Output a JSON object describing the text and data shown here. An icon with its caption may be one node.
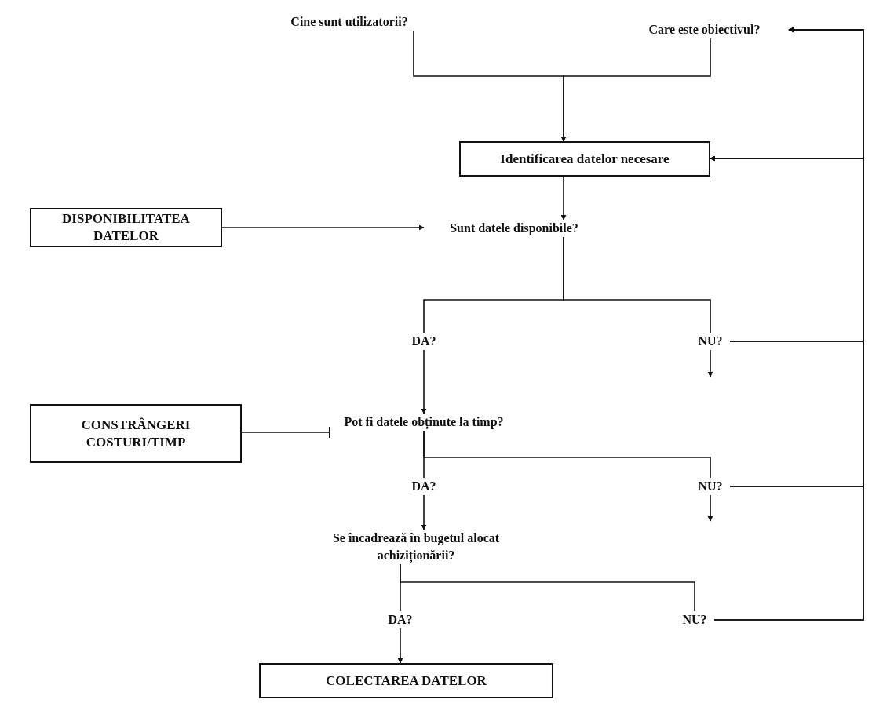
{
  "diagram": {
    "nodes": [
      {
        "text": [
          "Cine sunt utilizatorii?"
        ]
      },
      {
        "text": [
          "Care este obiectivul?"
        ]
      },
      {
        "text": [
          "Identificarea datelor necesare"
        ]
      },
      {
        "text": [
          "DISPONIBILITATEA DATELOR"
        ]
      },
      {
        "text": [
          "Sunt datele disponibile?"
        ]
      },
      {
        "text": [
          "DA?"
        ]
      },
      {
        "text": [
          "NU?"
        ]
      },
      {
        "text": [
          "CONSTRÂNGERI COSTURI/TIMP"
        ]
      },
      {
        "text": [
          "Pot fi datele obținute la timp?"
        ]
      },
      {
        "text": [
          "DA?"
        ]
      },
      {
        "text": [
          "NU?"
        ]
      },
      {
        "text": [
          "Se încadrează în bugetul alocat achiziționării?"
        ]
      },
      {
        "text": [
          "DA?"
        ]
      },
      {
        "text": [
          "NU?"
        ]
      },
      {
        "text": [
          "COLECTAREA DATELOR"
        ]
      }
    ],
    "edges": [
      {
        "from": 0,
        "to": 2,
        "arrow": "to"
      },
      {
        "from": 1,
        "to": 2,
        "arrow": "to"
      },
      {
        "from": 2,
        "to": 4,
        "arrow": "to"
      },
      {
        "from": 3,
        "to": 4,
        "arrow": "to"
      },
      {
        "from": 4,
        "to": 5,
        "arrow": "none"
      },
      {
        "from": 4,
        "to": 6,
        "arrow": "none"
      },
      {
        "from": 5,
        "to": 8,
        "arrow": "to"
      },
      {
        "from": 6,
        "to": null,
        "arrow": "to"
      },
      {
        "from": 6,
        "to": 2,
        "arrow": "to"
      },
      {
        "from": 6,
        "to": 1,
        "arrow": "to"
      },
      {
        "from": 7,
        "to": 8,
        "arrow": "other"
      },
      {
        "from": 8,
        "to": 9,
        "arrow": "none"
      },
      {
        "from": 8,
        "to": 10,
        "arrow": "none"
      },
      {
        "from": 9,
        "to": 11,
        "arrow": "to"
      },
      {
        "from": 10,
        "to": null,
        "arrow": "to"
      },
      {
        "from": 10,
        "to": 2,
        "arrow": "to"
      },
      {
        "from": 10,
        "to": 1,
        "arrow": "to"
      },
      {
        "from": 11,
        "to": 12,
        "arrow": "none"
      },
      {
        "from": 11,
        "to": 13,
        "arrow": "none"
      },
      {
        "from": 12,
        "to": 14,
        "arrow": "to"
      },
      {
        "from": 13,
        "to": 2,
        "arrow": "to"
      },
      {
        "from": 13,
        "to": 1,
        "arrow": "to"
      }
    ]
  }
}
